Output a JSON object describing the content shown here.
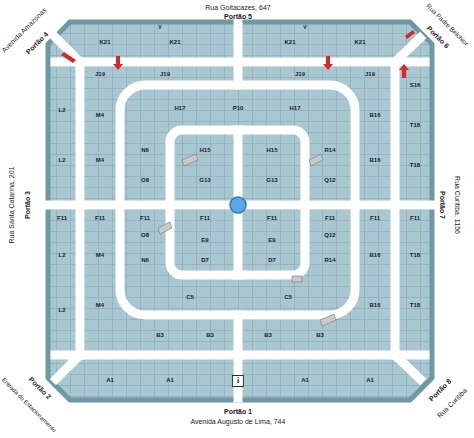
{
  "diagram": {
    "labels": [
      "Rua Goitacazes, 647",
      "Portão 5",
      "Avenida Amazonas",
      "Portão 4",
      "Rua Padre Belchior",
      "Portão 6",
      "Rua Santa Catarina, 201",
      "Portão 3",
      "Portão 7",
      "Rua Curitiba, 1156",
      "Portão 2",
      "Entrada do Estacionamento",
      "Portão 8",
      "Rua Curitiba",
      "Portão 1",
      "Avenida Augusto de Lima, 744",
      "i",
      "V",
      "V",
      "K21",
      "K21",
      "K21",
      "K21",
      "J19",
      "J19",
      "J19",
      "J19",
      "H17",
      "H17",
      "P10",
      "S16",
      "L2",
      "L2",
      "L2",
      "L2",
      "M4",
      "M4",
      "M4",
      "M4",
      "N6",
      "N6",
      "O8",
      "O8",
      "H15",
      "H15",
      "G13",
      "G13",
      "Q12",
      "Q12",
      "R14",
      "R14",
      "B16",
      "B16",
      "B16",
      "B16",
      "T18",
      "T18",
      "T18",
      "T18",
      "F11",
      "F11",
      "F11",
      "F11",
      "F11",
      "F11",
      "F11",
      "F11",
      "E9",
      "E9",
      "D7",
      "D7",
      "C5",
      "C5",
      "B3",
      "B3",
      "B3",
      "B3",
      "A1",
      "A1",
      "A1",
      "A1"
    ]
  }
}
